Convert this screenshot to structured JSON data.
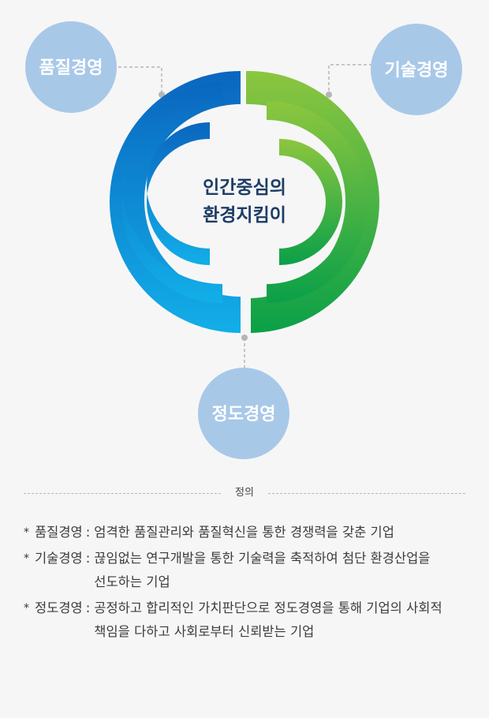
{
  "diagram": {
    "center_line1": "인간중심의",
    "center_line2": "환경지킴이",
    "nodes": {
      "quality": "품질경영",
      "technology": "기술경영",
      "ethics": "정도경영"
    },
    "colors": {
      "node_fill": "#a8c8e8",
      "blue_dark": "#0a66bf",
      "blue_light": "#12aee8",
      "green_light": "#8cc63f",
      "green_dark": "#0aa048",
      "center_text": "#1d3d66",
      "connector": "#b5b5b5"
    }
  },
  "definitions": {
    "title": "정의",
    "bullet": "*",
    "items": [
      {
        "term": "품질경영",
        "desc": "엄격한 품질관리와 품질혁신을 통한 경쟁력을 갖춘 기업"
      },
      {
        "term": "기술경영",
        "desc": "끊임없는 연구개발을 통한 기술력을 축적하여 첨단 환경산업을 선도하는 기업"
      },
      {
        "term": "정도경영",
        "desc": "공정하고 합리적인 가치판단으로 정도경영을 통해 기업의 사회적 책임을 다하고 사회로부터 신뢰받는 기업"
      }
    ]
  }
}
